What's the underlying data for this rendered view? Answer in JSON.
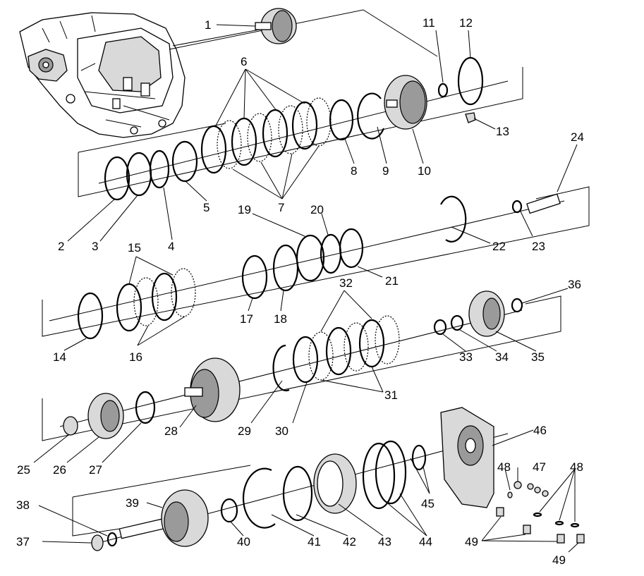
{
  "callouts": [
    {
      "id": "1",
      "text": "1"
    },
    {
      "id": "2",
      "text": "2"
    },
    {
      "id": "3",
      "text": "3"
    },
    {
      "id": "4",
      "text": "4"
    },
    {
      "id": "5",
      "text": "5"
    },
    {
      "id": "6",
      "text": "6"
    },
    {
      "id": "7",
      "text": "7"
    },
    {
      "id": "8",
      "text": "8"
    },
    {
      "id": "9",
      "text": "9"
    },
    {
      "id": "10",
      "text": "10"
    },
    {
      "id": "11",
      "text": "11"
    },
    {
      "id": "12",
      "text": "12"
    },
    {
      "id": "13",
      "text": "13"
    },
    {
      "id": "14",
      "text": "14"
    },
    {
      "id": "15",
      "text": "15"
    },
    {
      "id": "16",
      "text": "16"
    },
    {
      "id": "17",
      "text": "17"
    },
    {
      "id": "18",
      "text": "18"
    },
    {
      "id": "19",
      "text": "19"
    },
    {
      "id": "20",
      "text": "20"
    },
    {
      "id": "21",
      "text": "21"
    },
    {
      "id": "22",
      "text": "22"
    },
    {
      "id": "23",
      "text": "23"
    },
    {
      "id": "24",
      "text": "24"
    },
    {
      "id": "25",
      "text": "25"
    },
    {
      "id": "26",
      "text": "26"
    },
    {
      "id": "27",
      "text": "27"
    },
    {
      "id": "28",
      "text": "28"
    },
    {
      "id": "29",
      "text": "29"
    },
    {
      "id": "30",
      "text": "30"
    },
    {
      "id": "31",
      "text": "31"
    },
    {
      "id": "32",
      "text": "32"
    },
    {
      "id": "33",
      "text": "33"
    },
    {
      "id": "34",
      "text": "34"
    },
    {
      "id": "35",
      "text": "35"
    },
    {
      "id": "36",
      "text": "36"
    },
    {
      "id": "37",
      "text": "37"
    },
    {
      "id": "38",
      "text": "38"
    },
    {
      "id": "39",
      "text": "39"
    },
    {
      "id": "40",
      "text": "40"
    },
    {
      "id": "41",
      "text": "41"
    },
    {
      "id": "42",
      "text": "42"
    },
    {
      "id": "43",
      "text": "43"
    },
    {
      "id": "44",
      "text": "44"
    },
    {
      "id": "45",
      "text": "45"
    },
    {
      "id": "46",
      "text": "46"
    },
    {
      "id": "47",
      "text": "47"
    },
    {
      "id": "48a",
      "text": "48"
    },
    {
      "id": "48b",
      "text": "48"
    },
    {
      "id": "49a",
      "text": "49"
    },
    {
      "id": "49b",
      "text": "49"
    }
  ]
}
